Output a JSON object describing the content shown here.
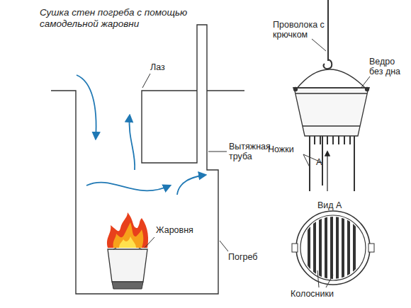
{
  "diagram": {
    "title": "Сушка стен погреба с помощью самодельной жаровни",
    "labels": [
      "Лаз",
      "Вытяжная труба",
      "Жаровня",
      "Погреб",
      "Проволока с крючком",
      "Ведро без дна",
      "Ножки",
      "А",
      "Вид А",
      "Колосники"
    ]
  }
}
